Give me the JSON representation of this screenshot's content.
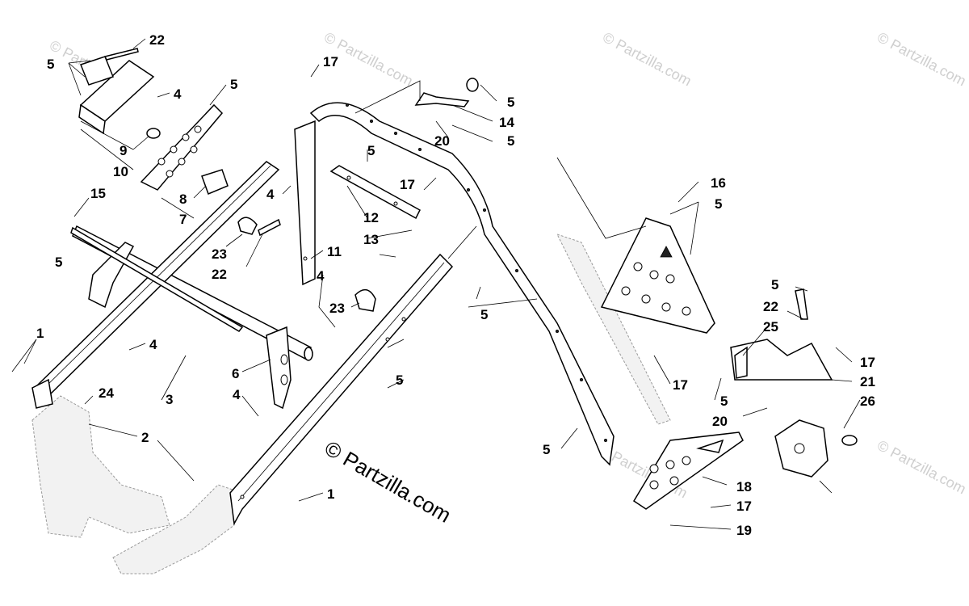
{
  "diagram": {
    "copyright": "© Partzilla.com",
    "watermark": "© Partzilla.com",
    "labels": {
      "l1a": "1",
      "l1b": "1",
      "l2": "2",
      "l3": "3",
      "l4a": "4",
      "l4b": "4",
      "l4c": "4",
      "l4d": "4",
      "l4e": "4",
      "l5a": "5",
      "l5b": "5",
      "l5c": "5",
      "l5d": "5",
      "l5e": "5",
      "l5f": "5",
      "l5g": "5",
      "l5h": "5",
      "l5i": "5",
      "l5j": "5",
      "l5k": "5",
      "l5l": "5",
      "l6": "6",
      "l7": "7",
      "l8": "8",
      "l9": "9",
      "l10": "10",
      "l11": "11",
      "l12": "12",
      "l13": "13",
      "l14": "14",
      "l15": "15",
      "l16": "16",
      "l17a": "17",
      "l17b": "17",
      "l17c": "17",
      "l17d": "17",
      "l17e": "17",
      "l18": "18",
      "l19": "19",
      "l20a": "20",
      "l20b": "20",
      "l21": "21",
      "l22a": "22",
      "l22b": "22",
      "l22c": "22",
      "l23a": "23",
      "l23b": "23",
      "l24": "24",
      "l25": "25",
      "l26": "26"
    }
  }
}
